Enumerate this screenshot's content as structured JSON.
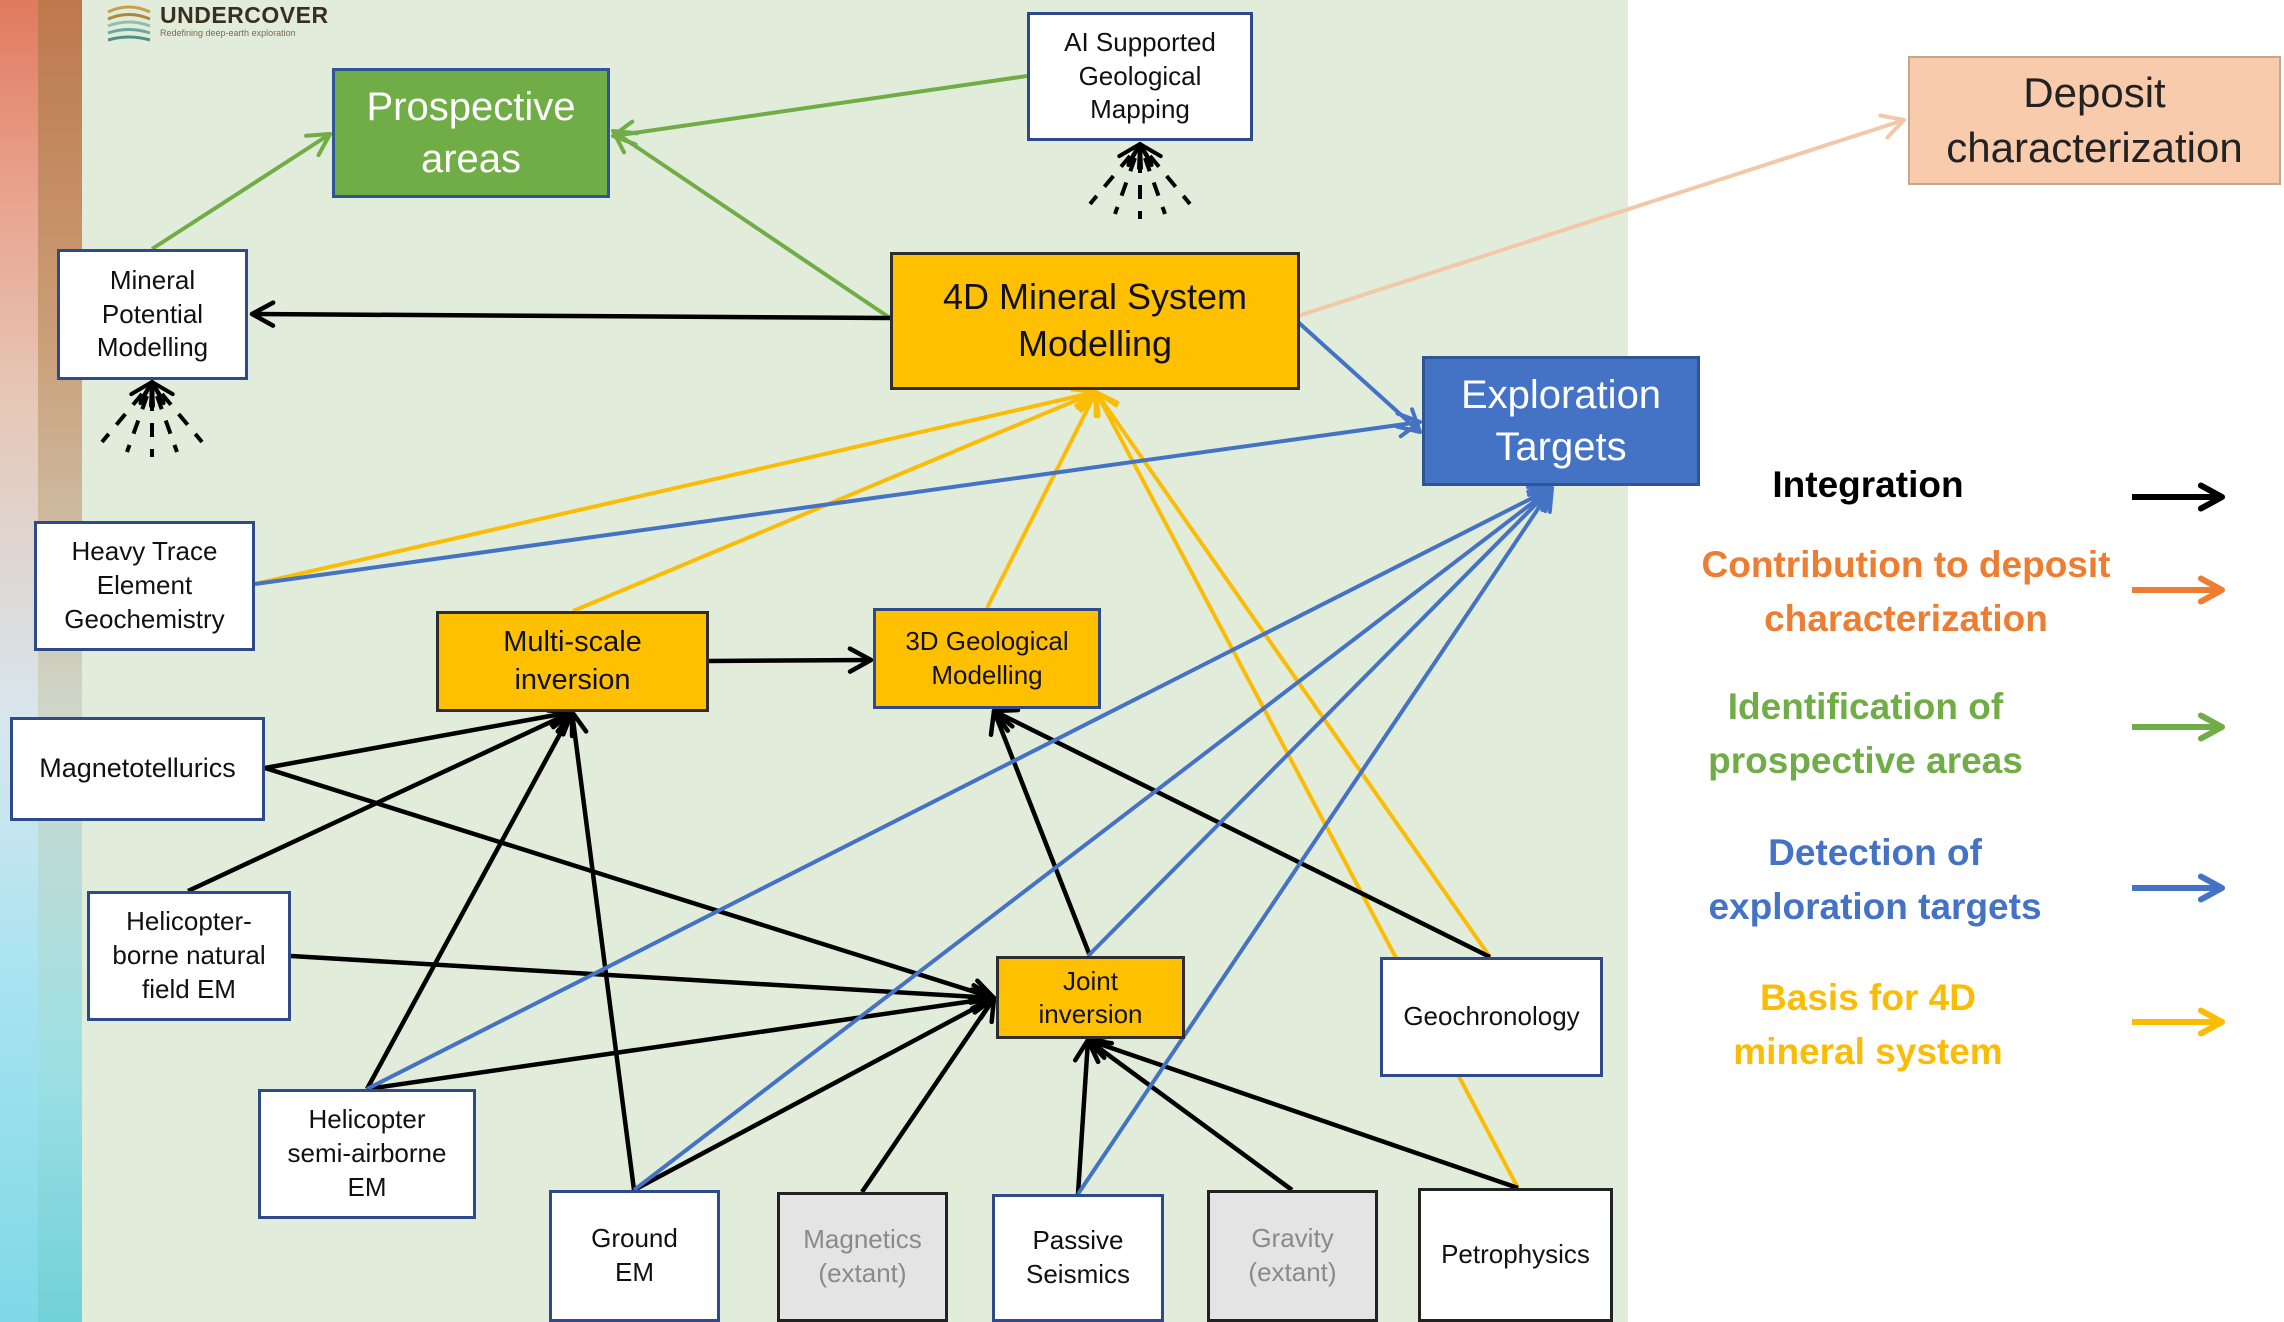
{
  "logo": {
    "title": "UNDERCOVER",
    "tagline": "Redefining deep-earth exploration"
  },
  "nodes": {
    "prospective_areas": "Prospective\nareas",
    "ai_mapping": "AI Supported\nGeological\nMapping",
    "deposit_characterization": "Deposit\ncharacterization",
    "mineral_potential": "Mineral\nPotential\nModelling",
    "mineral_system_4d": "4D Mineral System\nModelling",
    "exploration_targets": "Exploration\nTargets",
    "heavy_trace": "Heavy Trace\nElement\nGeochemistry",
    "multiscale_inversion": "Multi-scale\ninversion",
    "geological_3d": "3D Geological\nModelling",
    "magnetotellurics": "Magnetotellurics",
    "heli_natural_em": "Helicopter-\nborne natural\nfield EM",
    "joint_inversion": "Joint\ninversion",
    "geochronology": "Geochronology",
    "heli_semi_em": "Helicopter\nsemi-airborne\nEM",
    "ground_em": "Ground\nEM",
    "magnetics": "Magnetics\n(extant)",
    "passive_seismics": "Passive\nSeismics",
    "gravity": "Gravity\n(extant)",
    "petrophysics": "Petrophysics"
  },
  "legend": [
    {
      "label": "Integration",
      "color": "#000000"
    },
    {
      "label": "Contribution to deposit\ncharacterization",
      "color": "#ed7d31"
    },
    {
      "label": "Identification of\nprospective areas",
      "color": "#70ad47"
    },
    {
      "label": "Detection of\nexploration targets",
      "color": "#4472c4"
    },
    {
      "label": "Basis for 4D\nmineral system",
      "color": "#fbbc05"
    }
  ],
  "colors": {
    "integration": "#000000",
    "deposit": "#f2c9a8",
    "prospective": "#70ad47",
    "targets": "#4472c4",
    "basis": "#fbbc05"
  }
}
